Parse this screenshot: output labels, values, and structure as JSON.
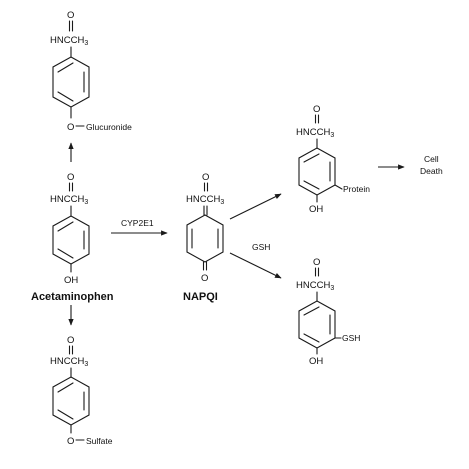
{
  "labels": {
    "acetaminophen": "Acetaminophen",
    "napqi": "NAPQI",
    "glucuronide": "Glucuronide",
    "sulfate": "Sulfate",
    "enzyme": "CYP2E1",
    "gsh_reagent": "GSH",
    "protein": "Protein",
    "gsh_substituent": "GSH",
    "cell_death_line1": "Cell",
    "cell_death_line2": "Death",
    "oxygen": "O",
    "hydroxyl": "OH",
    "amide_prefix": "HNCCH",
    "amide_subscript": "3"
  },
  "structures": [
    {
      "id": "glucuronide-conjugate",
      "para_substituent": "O—Glucuronide"
    },
    {
      "id": "acetaminophen",
      "para_substituent": "OH"
    },
    {
      "id": "sulfate-conjugate",
      "para_substituent": "O—Sulfate"
    },
    {
      "id": "napqi",
      "para_substituent": "O"
    },
    {
      "id": "protein-adduct",
      "para_substituent": "OH",
      "meta_substituent": "Protein"
    },
    {
      "id": "gsh-conjugate",
      "para_substituent": "OH",
      "meta_substituent": "GSH"
    }
  ],
  "colors": {
    "ink": "#1a1a1a",
    "background": "#ffffff"
  }
}
